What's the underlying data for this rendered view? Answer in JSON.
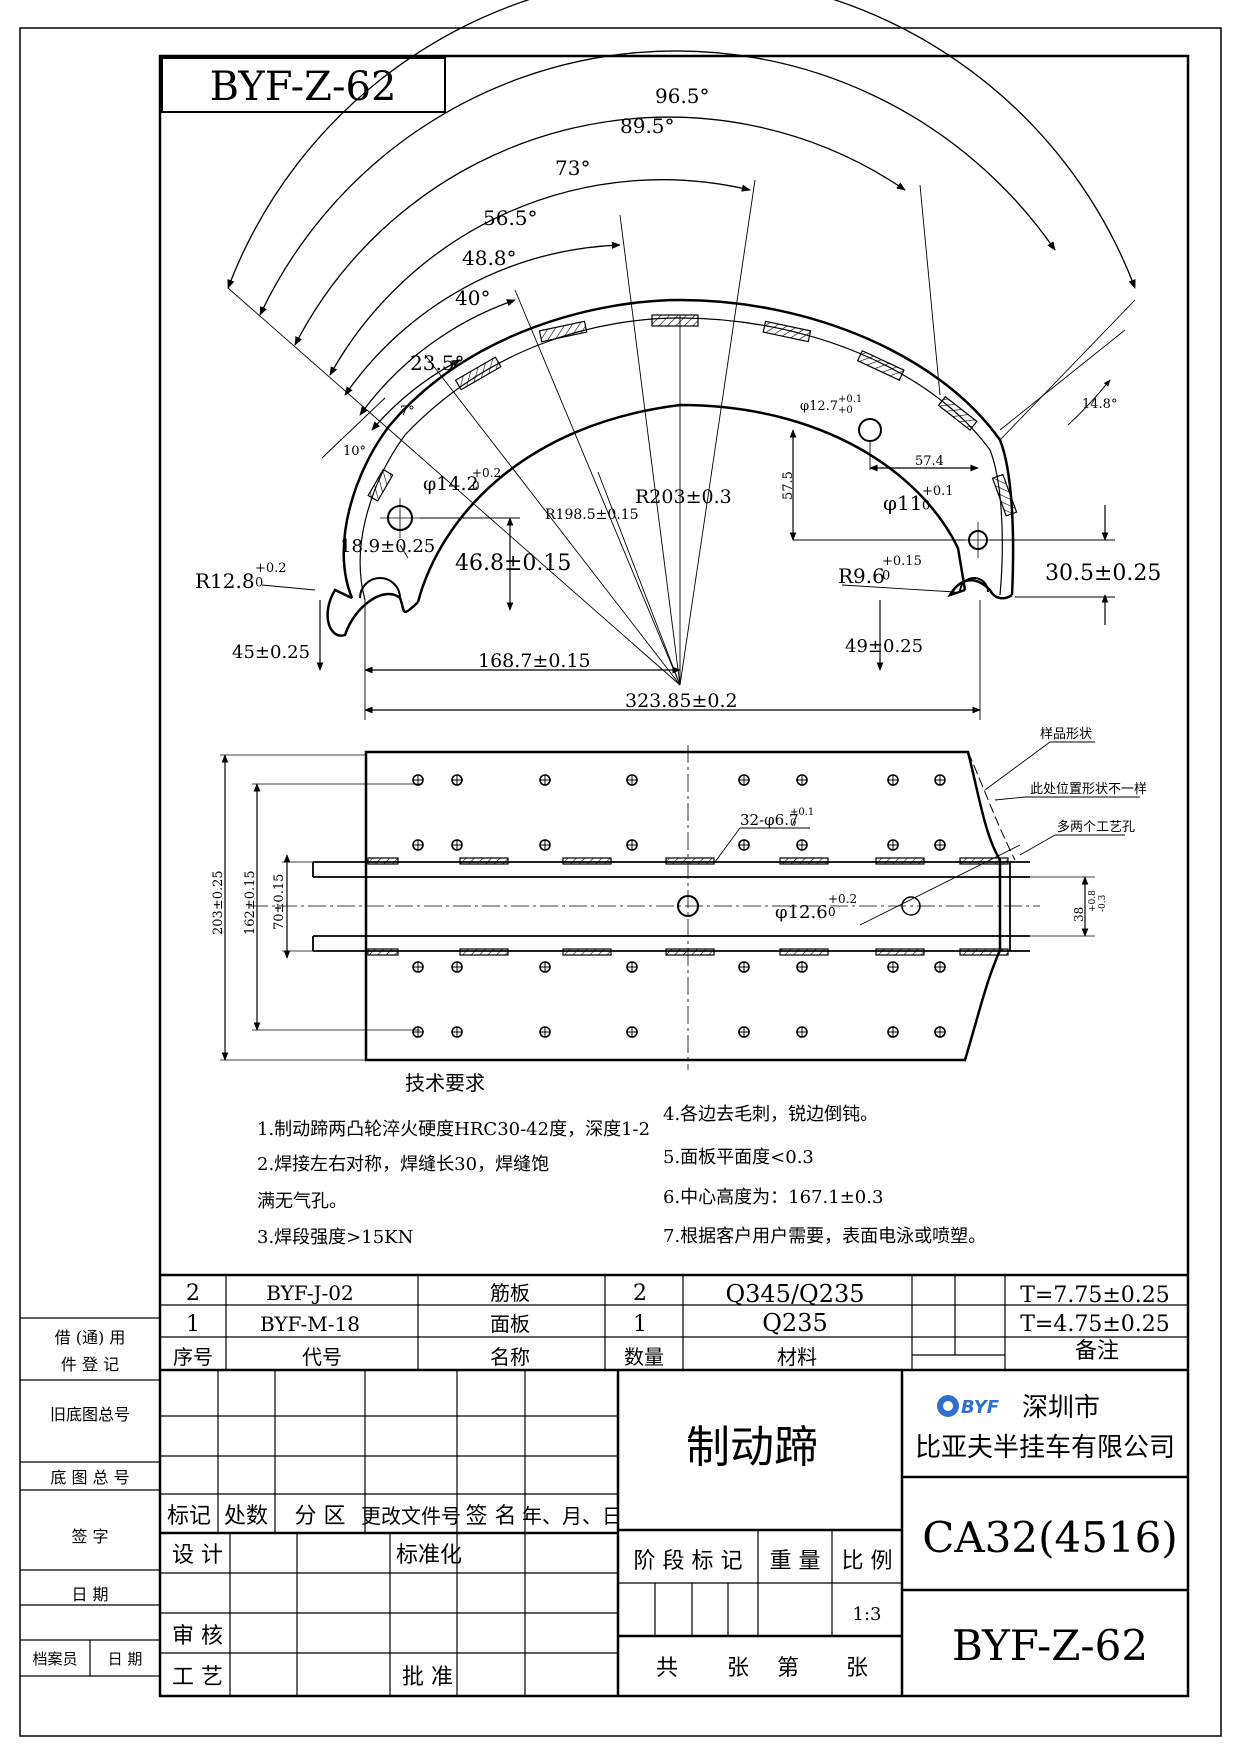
{
  "drawing": {
    "code": "BYF-Z-62",
    "angles": [
      "96.5°",
      "89.5°",
      "73°",
      "56.5°",
      "48.8°",
      "40°",
      "23.5°",
      "10°",
      "7°",
      "14.8°"
    ],
    "side_view": {
      "hole_left": "φ14.2",
      "hole_left_tol": "+0.2\n0",
      "r_outer": "R203±0.3",
      "r_inner": "R198.5±0.15",
      "hole_small": "φ12.7",
      "hole_small_tol": "+0.1\n+0",
      "dim_574": "57.4",
      "dim_575": "57.5",
      "hole_right": "φ11",
      "hole_right_tol": "+0.1\n0",
      "r_left": "R12.8",
      "r_left_tol": "+0.2\n0",
      "r_right": "R9.6",
      "r_right_tol": "+0.15\n0",
      "dim_189": "18.9±0.25",
      "dim_468": "46.8±0.15",
      "dim_305": "30.5±0.25",
      "dim_45": "45±0.25",
      "dim_49": "49±0.25",
      "dim_1687": "168.7±0.15",
      "dim_32385": "323.85±0.2"
    },
    "top_view": {
      "note_sample": "样品形状",
      "note_diff": "此处位置形状不一样",
      "note_holes": "多两个工艺孔",
      "holes": "32-φ6.7",
      "holes_tol": "+0.1\n0",
      "center_hole": "φ12.6",
      "center_hole_tol": "+0.2\n0",
      "dim_203": "203±0.25",
      "dim_162": "162±0.15",
      "dim_70": "70±0.15",
      "dim_38": "38",
      "dim_38_tol": "+0.8\n-0.3"
    },
    "tech": {
      "title": "技术要求",
      "left": [
        "1.制动蹄两凸轮淬火硬度HRC30-42度，深度1-2",
        "2.焊接左右对称，焊缝长30，焊缝饱",
        "满无气孔。",
        "3.焊段强度>15KN"
      ],
      "right": [
        "4.各边去毛刺，锐边倒钝。",
        "5.面板平面度<0.3",
        "6.中心高度为：167.1±0.3",
        "7.根据客户用户需要，表面电泳或喷塑。"
      ]
    }
  },
  "bom": {
    "rows": [
      {
        "no": "2",
        "code": "BYF-J-02",
        "name": "筋板",
        "qty": "2",
        "material": "Q345/Q235",
        "note": "T=7.75±0.25"
      },
      {
        "no": "1",
        "code": "BYF-M-18",
        "name": "面板",
        "qty": "1",
        "material": "Q235",
        "note": "T=4.75±0.25"
      }
    ],
    "header": {
      "no": "序号",
      "code": "代号",
      "name": "名称",
      "qty": "数量",
      "material": "材料",
      "note": "备注"
    }
  },
  "side_labels": {
    "borrow_1": "借 (通) 用",
    "borrow_2": "件  登  记",
    "old_base": "旧底图总号",
    "base": "底 图 总 号",
    "sign": "签     字",
    "date": "日     期",
    "archivist": "档案员",
    "date2": "日  期"
  },
  "title_block": {
    "rev_headers": [
      "标记",
      "处数",
      "分 区",
      "更改文件号",
      "签 名",
      "年、月、日"
    ],
    "design": "设 计",
    "standard": "标准化",
    "review": "审 核",
    "process": "工 艺",
    "approve": "批 准",
    "part_name": "制动蹄",
    "stage": "阶 段 标 记",
    "weight": "重 量",
    "ratio_label": "比 例",
    "ratio": "1:3",
    "sheets": [
      "共",
      "张",
      "第",
      "张"
    ],
    "logo": "BYF",
    "company_1": "深圳市",
    "company_2": "比亚夫半挂车有限公司",
    "model": "CA32(4516)",
    "code": "BYF-Z-62"
  }
}
